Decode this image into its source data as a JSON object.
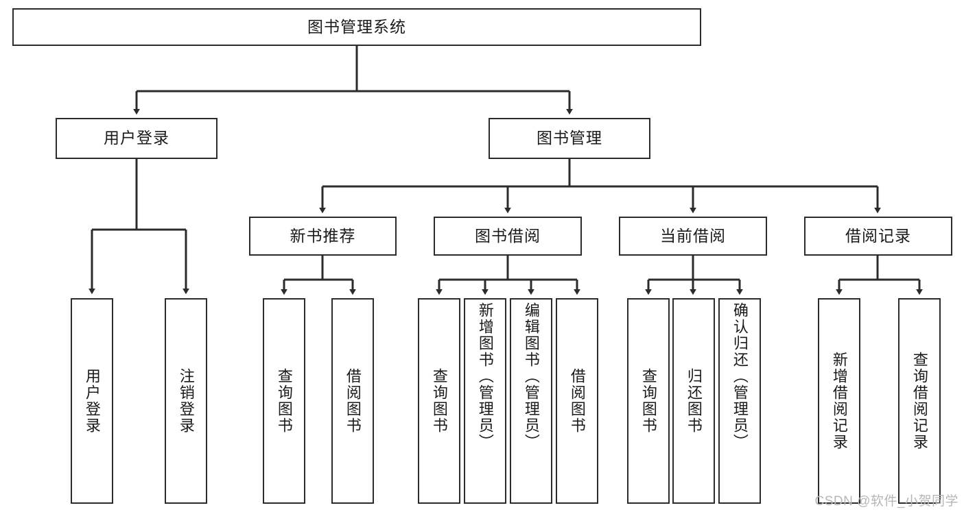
{
  "diagram": {
    "title": "图书管理系统",
    "type": "hierarchy-tree",
    "watermark": "CSDN @软件_小贺同学",
    "colors": {
      "stroke": "#2b2b2b",
      "fill": "#ffffff",
      "text": "#1a1a1a",
      "watermark": "#b6b6b6"
    },
    "levels": {
      "root": {
        "label": "图书管理系统"
      },
      "level2": [
        {
          "label": "用户登录"
        },
        {
          "label": "图书管理"
        }
      ],
      "level3": [
        {
          "label": "新书推荐"
        },
        {
          "label": "图书借阅"
        },
        {
          "label": "当前借阅"
        },
        {
          "label": "借阅记录"
        }
      ],
      "leaves_user_login": [
        {
          "label": "用户登录"
        },
        {
          "label": "注销登录"
        }
      ],
      "leaves_new_book": [
        {
          "label": "查询图书"
        },
        {
          "label": "借阅图书"
        }
      ],
      "leaves_borrow": [
        {
          "label": "查询图书"
        },
        {
          "label": "新增图书（管理员）"
        },
        {
          "label": "编辑图书（管理员）"
        },
        {
          "label": "借阅图书"
        }
      ],
      "leaves_current": [
        {
          "label": "查询图书"
        },
        {
          "label": "归还图书"
        },
        {
          "label": "确认归还（管理员）"
        }
      ],
      "leaves_records": [
        {
          "label": "新增借阅记录"
        },
        {
          "label": "查询借阅记录"
        }
      ]
    }
  }
}
